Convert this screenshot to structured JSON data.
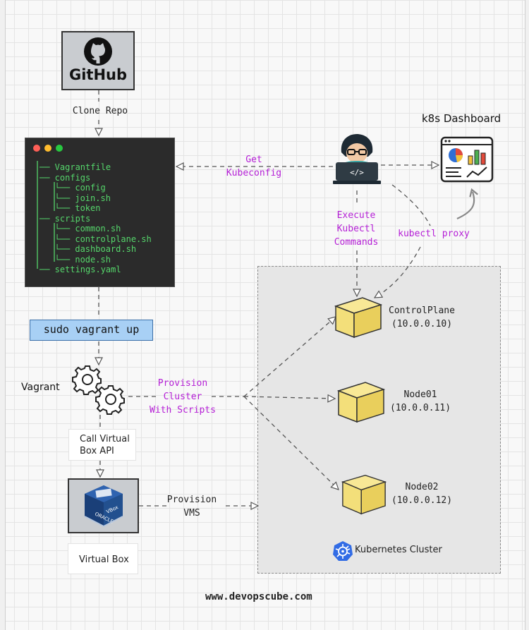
{
  "github": {
    "logo_text": "GitHub"
  },
  "labels": {
    "clone_repo": "Clone Repo",
    "k8s_dashboard": "k8s Dashboard",
    "get_kubeconfig": [
      "Get",
      "Kubeconfig"
    ],
    "execute_kubectl": [
      "Execute",
      "Kubectl",
      "Commands"
    ],
    "kubectl_proxy": "kubectl proxy",
    "vagrant_cmd": "sudo vagrant up",
    "vagrant": "Vagrant",
    "provision_cluster": [
      "Provision",
      "Cluster",
      "With Scripts"
    ],
    "call_virtualbox": [
      "Call Virtual",
      "Box API"
    ],
    "provision_vms": [
      "Provision",
      "VMS"
    ],
    "virtual_box": "Virtual Box",
    "kubernetes_cluster": "Kubernetes Cluster",
    "footer": "www.devopscube.com"
  },
  "file_tree": [
    "── Vagrantfile",
    "── configs",
    "  └── config",
    "  └── join.sh",
    "  └── token",
    "── scripts",
    "  └── common.sh",
    "  └── controlplane.sh",
    "  └── dashboard.sh",
    "  └── node.sh",
    "── settings.yaml"
  ],
  "nodes": [
    {
      "name": "ControlPlane",
      "ip": "(10.0.0.10)"
    },
    {
      "name": "Node01",
      "ip": "(10.0.0.11)"
    },
    {
      "name": "Node02",
      "ip": "(10.0.0.12)"
    }
  ],
  "colors": {
    "purple": "#b51fd6",
    "tree_green": "#55d66b",
    "cube_yellow": "#f3df7a",
    "cmd_blue": "#a8d0f5",
    "k8s_blue": "#326ce5"
  },
  "icons": [
    "github-icon",
    "developer-icon",
    "dashboard-chart-icon",
    "gears-icon",
    "virtualbox-icon",
    "kubernetes-icon",
    "cube-icon"
  ]
}
